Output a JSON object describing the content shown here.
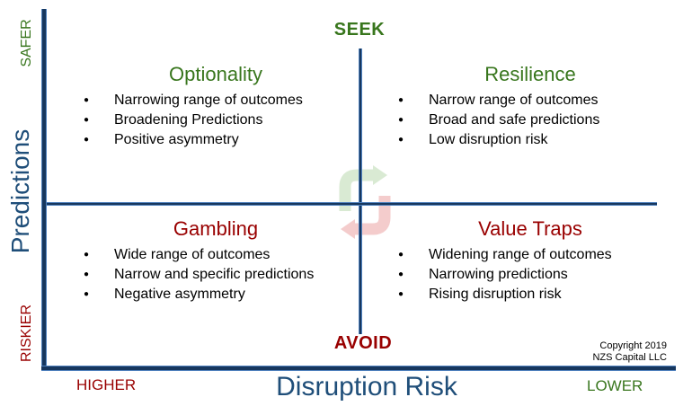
{
  "diagram": {
    "type": "2x2-matrix",
    "top_center": "SEEK",
    "bottom_center": "AVOID",
    "y_axis": {
      "label": "Predictions",
      "top_end": "SAFER",
      "bottom_end": "RISKIER"
    },
    "x_axis": {
      "label": "Disruption Risk",
      "left_end": "HIGHER",
      "right_end": "LOWER"
    }
  },
  "quadrants": [
    {
      "title": "Optionality",
      "bullets": [
        "Narrowing range of outcomes",
        "Broadening Predictions",
        "Positive asymmetry"
      ]
    },
    {
      "title": "Resilience",
      "bullets": [
        "Narrow range of outcomes",
        "Broad and safe predictions",
        "Low disruption risk"
      ]
    },
    {
      "title": "Gambling",
      "bullets": [
        "Wide range of outcomes",
        "Narrow and specific predictions",
        "Negative asymmetry"
      ]
    },
    {
      "title": "Value Traps",
      "bullets": [
        "Widening range of outcomes",
        "Narrowing predictions",
        "Rising disruption risk"
      ]
    }
  ],
  "footer": {
    "copyright_line1": "Copyright 2019",
    "copyright_line2": "NZS Capital LLC"
  },
  "center_icon": "cycle-arrows-icon",
  "bullet_glyph": "●",
  "colors": {
    "seek_green": "#38761d",
    "avoid_red": "#990000",
    "axis_blue_core": "#17375e",
    "axis_blue_edge": "#4f81bd",
    "text_blue": "#1f4e79",
    "arrow_light_green": "#d9ead3",
    "arrow_light_pink": "#f4cccc"
  }
}
